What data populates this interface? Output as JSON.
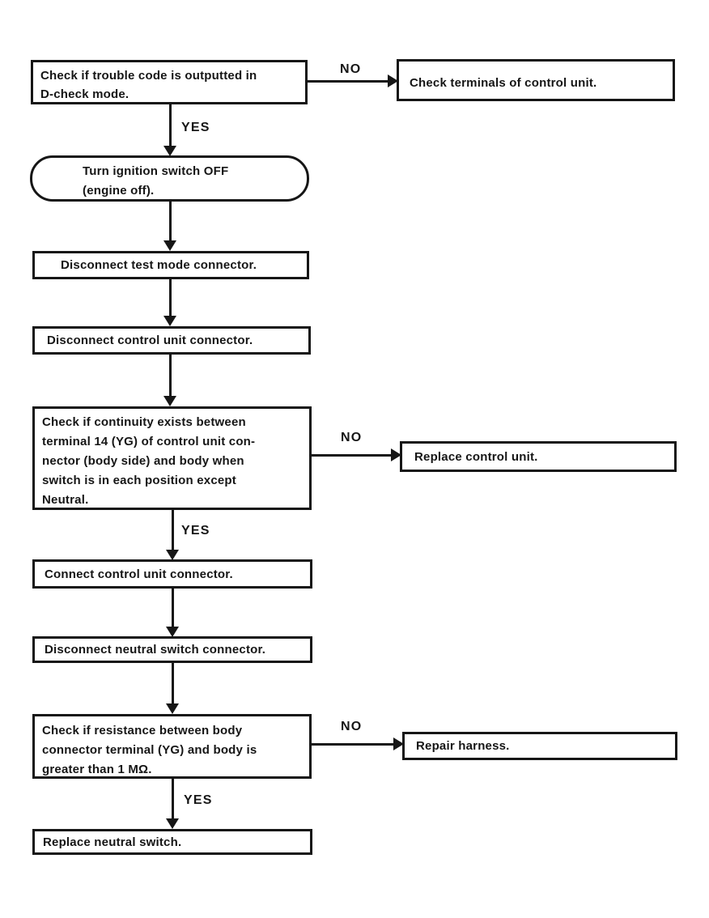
{
  "colors": {
    "ink": "#161616",
    "background": "#ffffff"
  },
  "flowchart": {
    "kind": "troubleshooting-flowchart",
    "edge_labels": {
      "yes_1": "YES",
      "no_1": "NO",
      "yes_2": "YES",
      "no_2": "NO",
      "yes_3": "YES",
      "no_3": "NO"
    },
    "nodes": {
      "check_trouble_code": {
        "shape": "rect",
        "lines": [
          "Check if trouble code is outputted in",
          "D-check mode."
        ]
      },
      "check_terminals": {
        "shape": "rect",
        "lines": [
          "Check terminals of control unit."
        ]
      },
      "turn_ignition_off": {
        "shape": "terminal",
        "lines": [
          "Turn ignition switch OFF",
          "(engine off)."
        ]
      },
      "disconnect_test_mode": {
        "shape": "rect",
        "lines": [
          "Disconnect test mode connector."
        ]
      },
      "disconnect_control_unit": {
        "shape": "rect",
        "lines": [
          "Disconnect control unit connector."
        ]
      },
      "check_continuity": {
        "shape": "rect",
        "lines": [
          "Check if continuity exists between",
          "terminal 14 (YG) of control unit con-",
          "nector (body side) and body when",
          "switch is in each position except",
          "Neutral."
        ]
      },
      "replace_control_unit": {
        "shape": "rect",
        "lines": [
          "Replace control unit."
        ]
      },
      "connect_control_unit": {
        "shape": "rect",
        "lines": [
          "Connect control unit connector."
        ]
      },
      "disconnect_neutral_switch": {
        "shape": "rect",
        "lines": [
          "Disconnect neutral switch connector."
        ]
      },
      "check_resistance": {
        "shape": "rect",
        "lines": [
          "Check if resistance between body",
          "connector terminal (YG) and body is",
          "greater than 1 MΩ."
        ]
      },
      "repair_harness": {
        "shape": "rect",
        "lines": [
          "Repair harness."
        ]
      },
      "replace_neutral_switch": {
        "shape": "rect",
        "lines": [
          "Replace neutral switch."
        ]
      }
    }
  }
}
